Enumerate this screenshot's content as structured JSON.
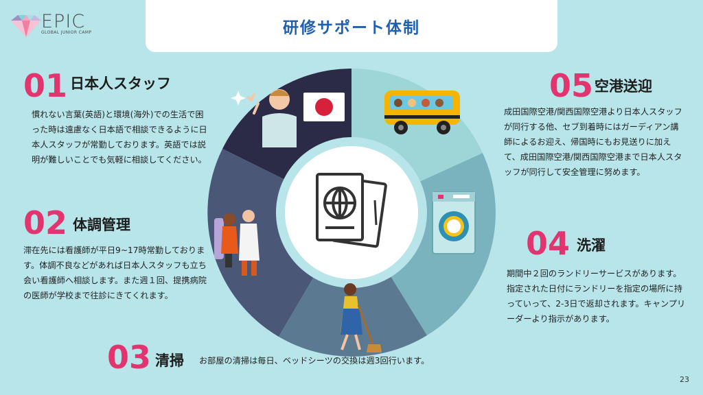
{
  "brand": {
    "logo_main": "EPIC",
    "logo_sub": "GLOBAL JUNIOR CAMP"
  },
  "title": "研修サポート体制",
  "sections": {
    "s01": {
      "num": "01",
      "heading": "日本人スタッフ",
      "body": "慣れない言葉(英語)と環境(海外)での生活で困った時は遠慮なく日本語で相談できるように日本人スタッフが常勤しております。英語では説明が難しいことでも気軽に相談してください。"
    },
    "s02": {
      "num": "02",
      "heading": "体調管理",
      "body": "滞在先には看護師が平日9~17時常勤しております。体調不良などがあれば日本人スタッフも立ち会い看護師へ相談します。また週１回、提携病院の医師が学校まで往診にきてくれます。"
    },
    "s03": {
      "num": "03",
      "heading": "清掃",
      "body": "お部屋の清掃は毎日、ベッドシーツの交換は週3回行います。"
    },
    "s04": {
      "num": "04",
      "heading": "洗濯",
      "body": "期間中２回のランドリーサービスがあります。指定された日付にランドリーを指定の場所に持っていって、2-3日で返却されます。キャンプリーダーより指示があります。"
    },
    "s05": {
      "num": "05",
      "heading": "空港送迎",
      "body": "成田国際空港/関西国際空港より日本人スタッフが同行する他、セブ到着時にはガーディアン講師によるお迎え、帰国時にもお見送りに加えて、成田国際空港/関西国際空港まで日本人スタッフが同行して安全管理に努めます。"
    }
  },
  "page_number": "23",
  "colors": {
    "accent": "#e2356f",
    "title": "#1f5fb0",
    "background": "#b8e5ea"
  }
}
